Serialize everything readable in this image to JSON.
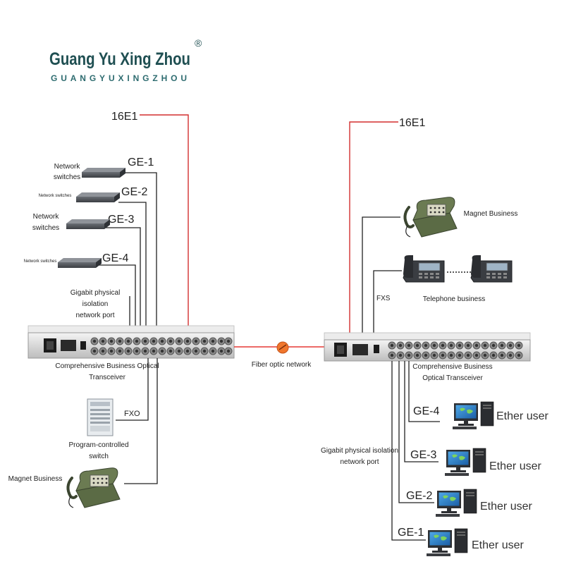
{
  "brand": {
    "name": "Guang Yu Xing Zhou",
    "registered": "®",
    "sub": "GUANGYUXINGZHOU",
    "color": "#1f4f52"
  },
  "left_site": {
    "trunk": "16E1",
    "ports": [
      "GE-1",
      "GE-2",
      "GE-3",
      "GE-4"
    ],
    "switches": [
      [
        "Network",
        "switches"
      ],
      [
        "Network switches"
      ],
      [
        "Network",
        "switches"
      ],
      [
        "Network switches"
      ]
    ],
    "isolation_label": [
      "Gigabit physical",
      "isolation",
      "network port"
    ],
    "device_label": [
      "Comprehensive Business Optical",
      "Transceiver"
    ],
    "fxo": "FXO",
    "pbx_label": [
      "Program-controlled",
      "switch"
    ],
    "magnet": "Magnet Business"
  },
  "link": {
    "label": "Fiber optic network",
    "color": "#e53935"
  },
  "right_site": {
    "trunk": "16E1",
    "magnet": "Magnet Business",
    "fxs": "FXS",
    "telephone": "Telephone business",
    "device_label": [
      "Comprehensive Business",
      "Optical Transceiver"
    ],
    "isolation_label": [
      "Gigabit physical isolation",
      "network port"
    ],
    "ports": [
      "GE-4",
      "GE-3",
      "GE-2",
      "GE-1"
    ],
    "users": [
      "Ether user",
      "Ether user",
      "Ether user",
      "Ether user"
    ]
  },
  "colors": {
    "trunk_line": "#d32f2f",
    "wire": "#222222"
  }
}
